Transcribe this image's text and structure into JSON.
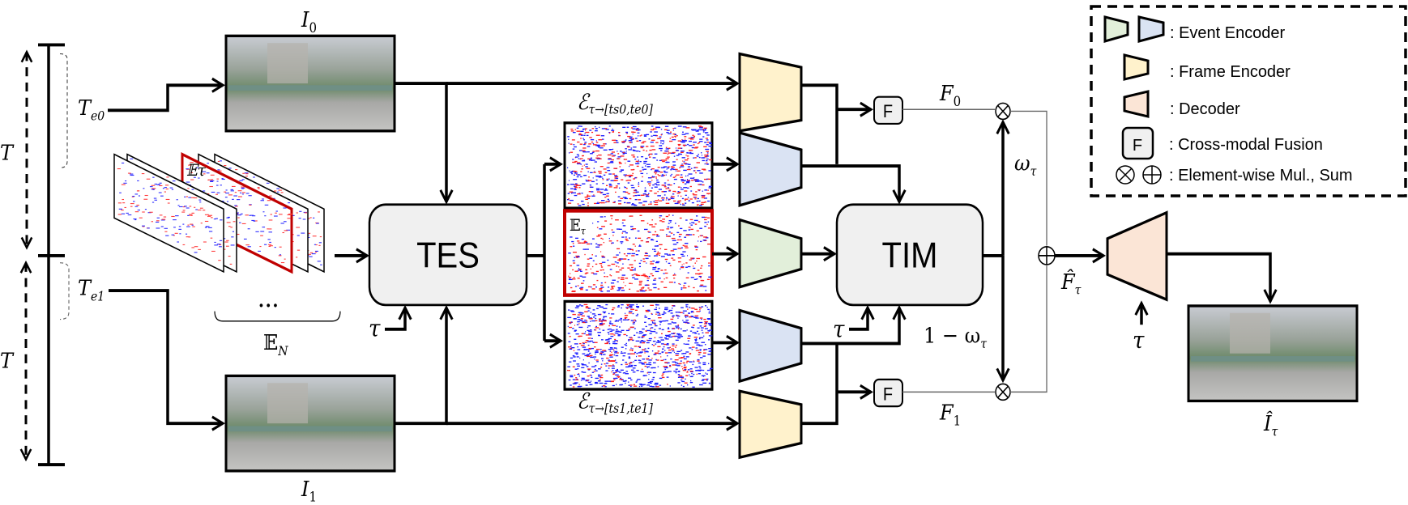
{
  "colors": {
    "event_encoder_green": "#e2efda",
    "event_encoder_blue": "#dae3f3",
    "frame_encoder": "#fff2cc",
    "decoder": "#fbe5d6",
    "module_fill": "#f0f0f0",
    "highlight_frame": "#c00000"
  },
  "timeline": {
    "T_top": "T",
    "T_bottom": "T",
    "Te0": "T",
    "Te0_sub": "e0",
    "Te1": "T",
    "Te1_sub": "e1"
  },
  "frames": {
    "I0": "I",
    "I0_sub": "0",
    "I1": "I",
    "I1_sub": "1",
    "output": "Î",
    "output_sub": "τ"
  },
  "events": {
    "stack_highlight": "𝔼",
    "stack_highlight_sub": "τ",
    "ellipsis": "• • •",
    "stack_label": "𝔼",
    "stack_label_sub": "N",
    "top_label": "ℰ",
    "top_label_sub": "τ→[ts0,te0]",
    "bottom_label": "ℰ",
    "bottom_label_sub": "τ→[ts1,te1]",
    "mid_label": "𝔼",
    "mid_label_sub": "τ"
  },
  "modules": {
    "tes": "TES",
    "tim": "TIM",
    "fusion": "F"
  },
  "symbols": {
    "tau": "τ",
    "F0": "F",
    "F0_sub": "0",
    "F1": "F",
    "F1_sub": "1",
    "omega": "ω",
    "omega_sub": "τ",
    "one_minus_omega": "1 − ω",
    "one_minus_omega_sub": "τ",
    "F_hat": "F̂",
    "F_hat_sub": "τ"
  },
  "legend": {
    "event_encoder": ": Event Encoder",
    "frame_encoder": ": Frame Encoder",
    "decoder": ": Decoder",
    "fusion": ": Cross-modal Fusion",
    "fusion_glyph": "F",
    "ops": ": Element-wise Mul., Sum"
  }
}
